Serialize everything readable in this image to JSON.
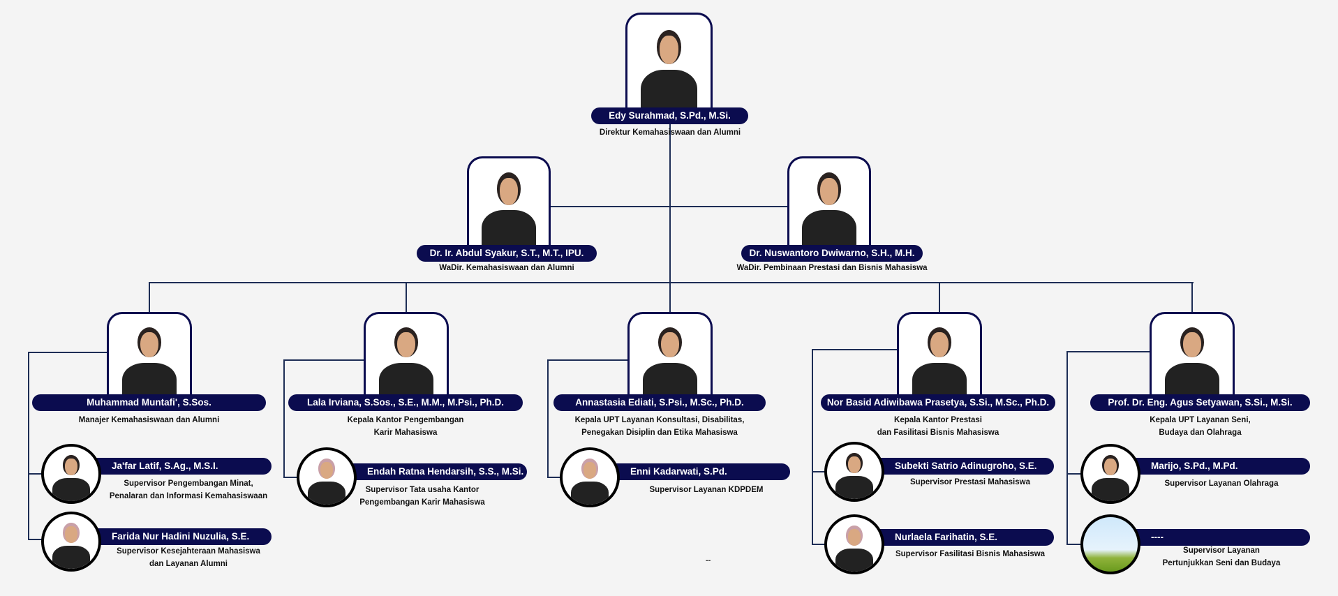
{
  "director": {
    "name": "Edy Surahmad, S.Pd., M.Si.",
    "title": "Direktur Kemahasiswaan dan Alumni"
  },
  "vice_directors": [
    {
      "name": "Dr. Ir. Abdul Syakur, S.T., M.T., IPU.",
      "title": "WaDir. Kemahasiswaan dan Alumni"
    },
    {
      "name": "Dr. Nuswantoro Dwiwarno, S.H., M.H.",
      "title": "WaDir. Pembinaan Prestasi dan Bisnis Mahasiswa"
    }
  ],
  "heads": [
    {
      "name": "Muhammad Muntafi', S.Sos.",
      "title": "Manajer Kemahasiswaan dan Alumni"
    },
    {
      "name": "Lala Irviana, S.Sos., S.E., M.M., M.Psi., Ph.D.",
      "title": "Kepala Kantor Pengembangan\nKarir Mahasiswa"
    },
    {
      "name": "Annastasia Ediati, S.Psi., M.Sc., Ph.D.",
      "title": "Kepala UPT Layanan Konsultasi, Disabilitas,\nPenegakan Disiplin dan Etika Mahasiswa"
    },
    {
      "name": "Nor Basid Adiwibawa Prasetya, S.Si., M.Sc., Ph.D.",
      "title": "Kepala Kantor Prestasi\ndan Fasilitasi Bisnis Mahasiswa"
    },
    {
      "name": "Prof. Dr. Eng. Agus Setyawan, S.Si., M.Si.",
      "title": "Kepala UPT Layanan Seni,\nBudaya dan Olahraga"
    }
  ],
  "supervisors": [
    {
      "name": "Ja'far Latif, S.Ag., M.S.I.",
      "title": "Supervisor Pengembangan Minat,\nPenalaran dan Informasi Kemahasiswaan"
    },
    {
      "name": "Farida Nur Hadini Nuzulia, S.E.",
      "title": "Supervisor Kesejahteraan Mahasiswa\ndan Layanan Alumni"
    },
    {
      "name": "Endah Ratna Hendarsih, S.S., M.Si.",
      "title": "Supervisor Tata usaha Kantor\nPengembangan Karir Mahasiswa"
    },
    {
      "name": "Enni Kadarwati, S.Pd.",
      "title": "Supervisor Layanan KDPDEM"
    },
    {
      "name": "Subekti Satrio Adinugroho, S.E.",
      "title": "Supervisor Prestasi Mahasiswa"
    },
    {
      "name": "Nurlaela Farihatin, S.E.",
      "title": "Supervisor Fasilitasi Bisnis Mahasiswa"
    },
    {
      "name": "Marijo, S.Pd., M.Pd.",
      "title": "Supervisor Layanan Olahraga"
    },
    {
      "name": "----",
      "title": "Supervisor Layanan\nPertunjukkan Seni dan Budaya"
    }
  ],
  "misc": {
    "dash": "--"
  }
}
